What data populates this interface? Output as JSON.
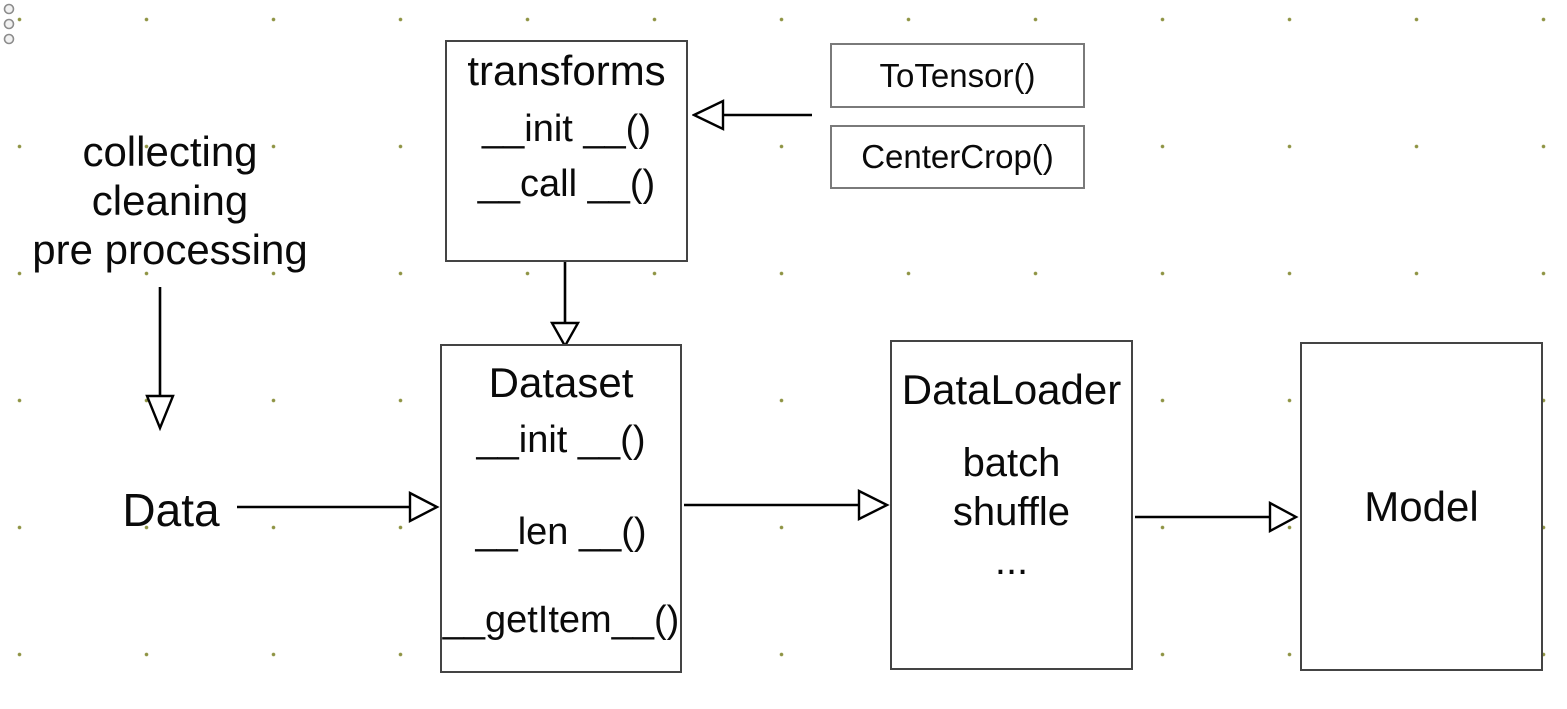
{
  "diagram": {
    "preprocess_note": {
      "lines": [
        "collecting",
        "cleaning",
        "pre processing"
      ]
    },
    "data_label": "Data",
    "transforms_box": {
      "title": "transforms",
      "methods": [
        "__init __()",
        "__call __()"
      ]
    },
    "transform_examples": {
      "items": [
        "ToTensor()",
        "CenterCrop()"
      ],
      "more_indicator_icon": "vertical-ellipsis"
    },
    "dataset_box": {
      "title": "Dataset",
      "methods": [
        "__init __()",
        "__len __()",
        "__getItem__()"
      ]
    },
    "dataloader_box": {
      "title": "DataLoader",
      "features": [
        "batch",
        "shuffle",
        "..."
      ]
    },
    "model_box": {
      "title": "Model"
    },
    "arrows": [
      "preprocess-to-data",
      "data-to-dataset",
      "totensor-to-transforms",
      "transforms-to-dataset",
      "dataset-to-dataloader",
      "dataloader-to-model"
    ]
  },
  "colors": {
    "box-border": "#444444",
    "small-box-border": "#7a7a7a",
    "line": "#000000",
    "text": "#0a0a0a",
    "grid-dot": "#8f9444"
  }
}
